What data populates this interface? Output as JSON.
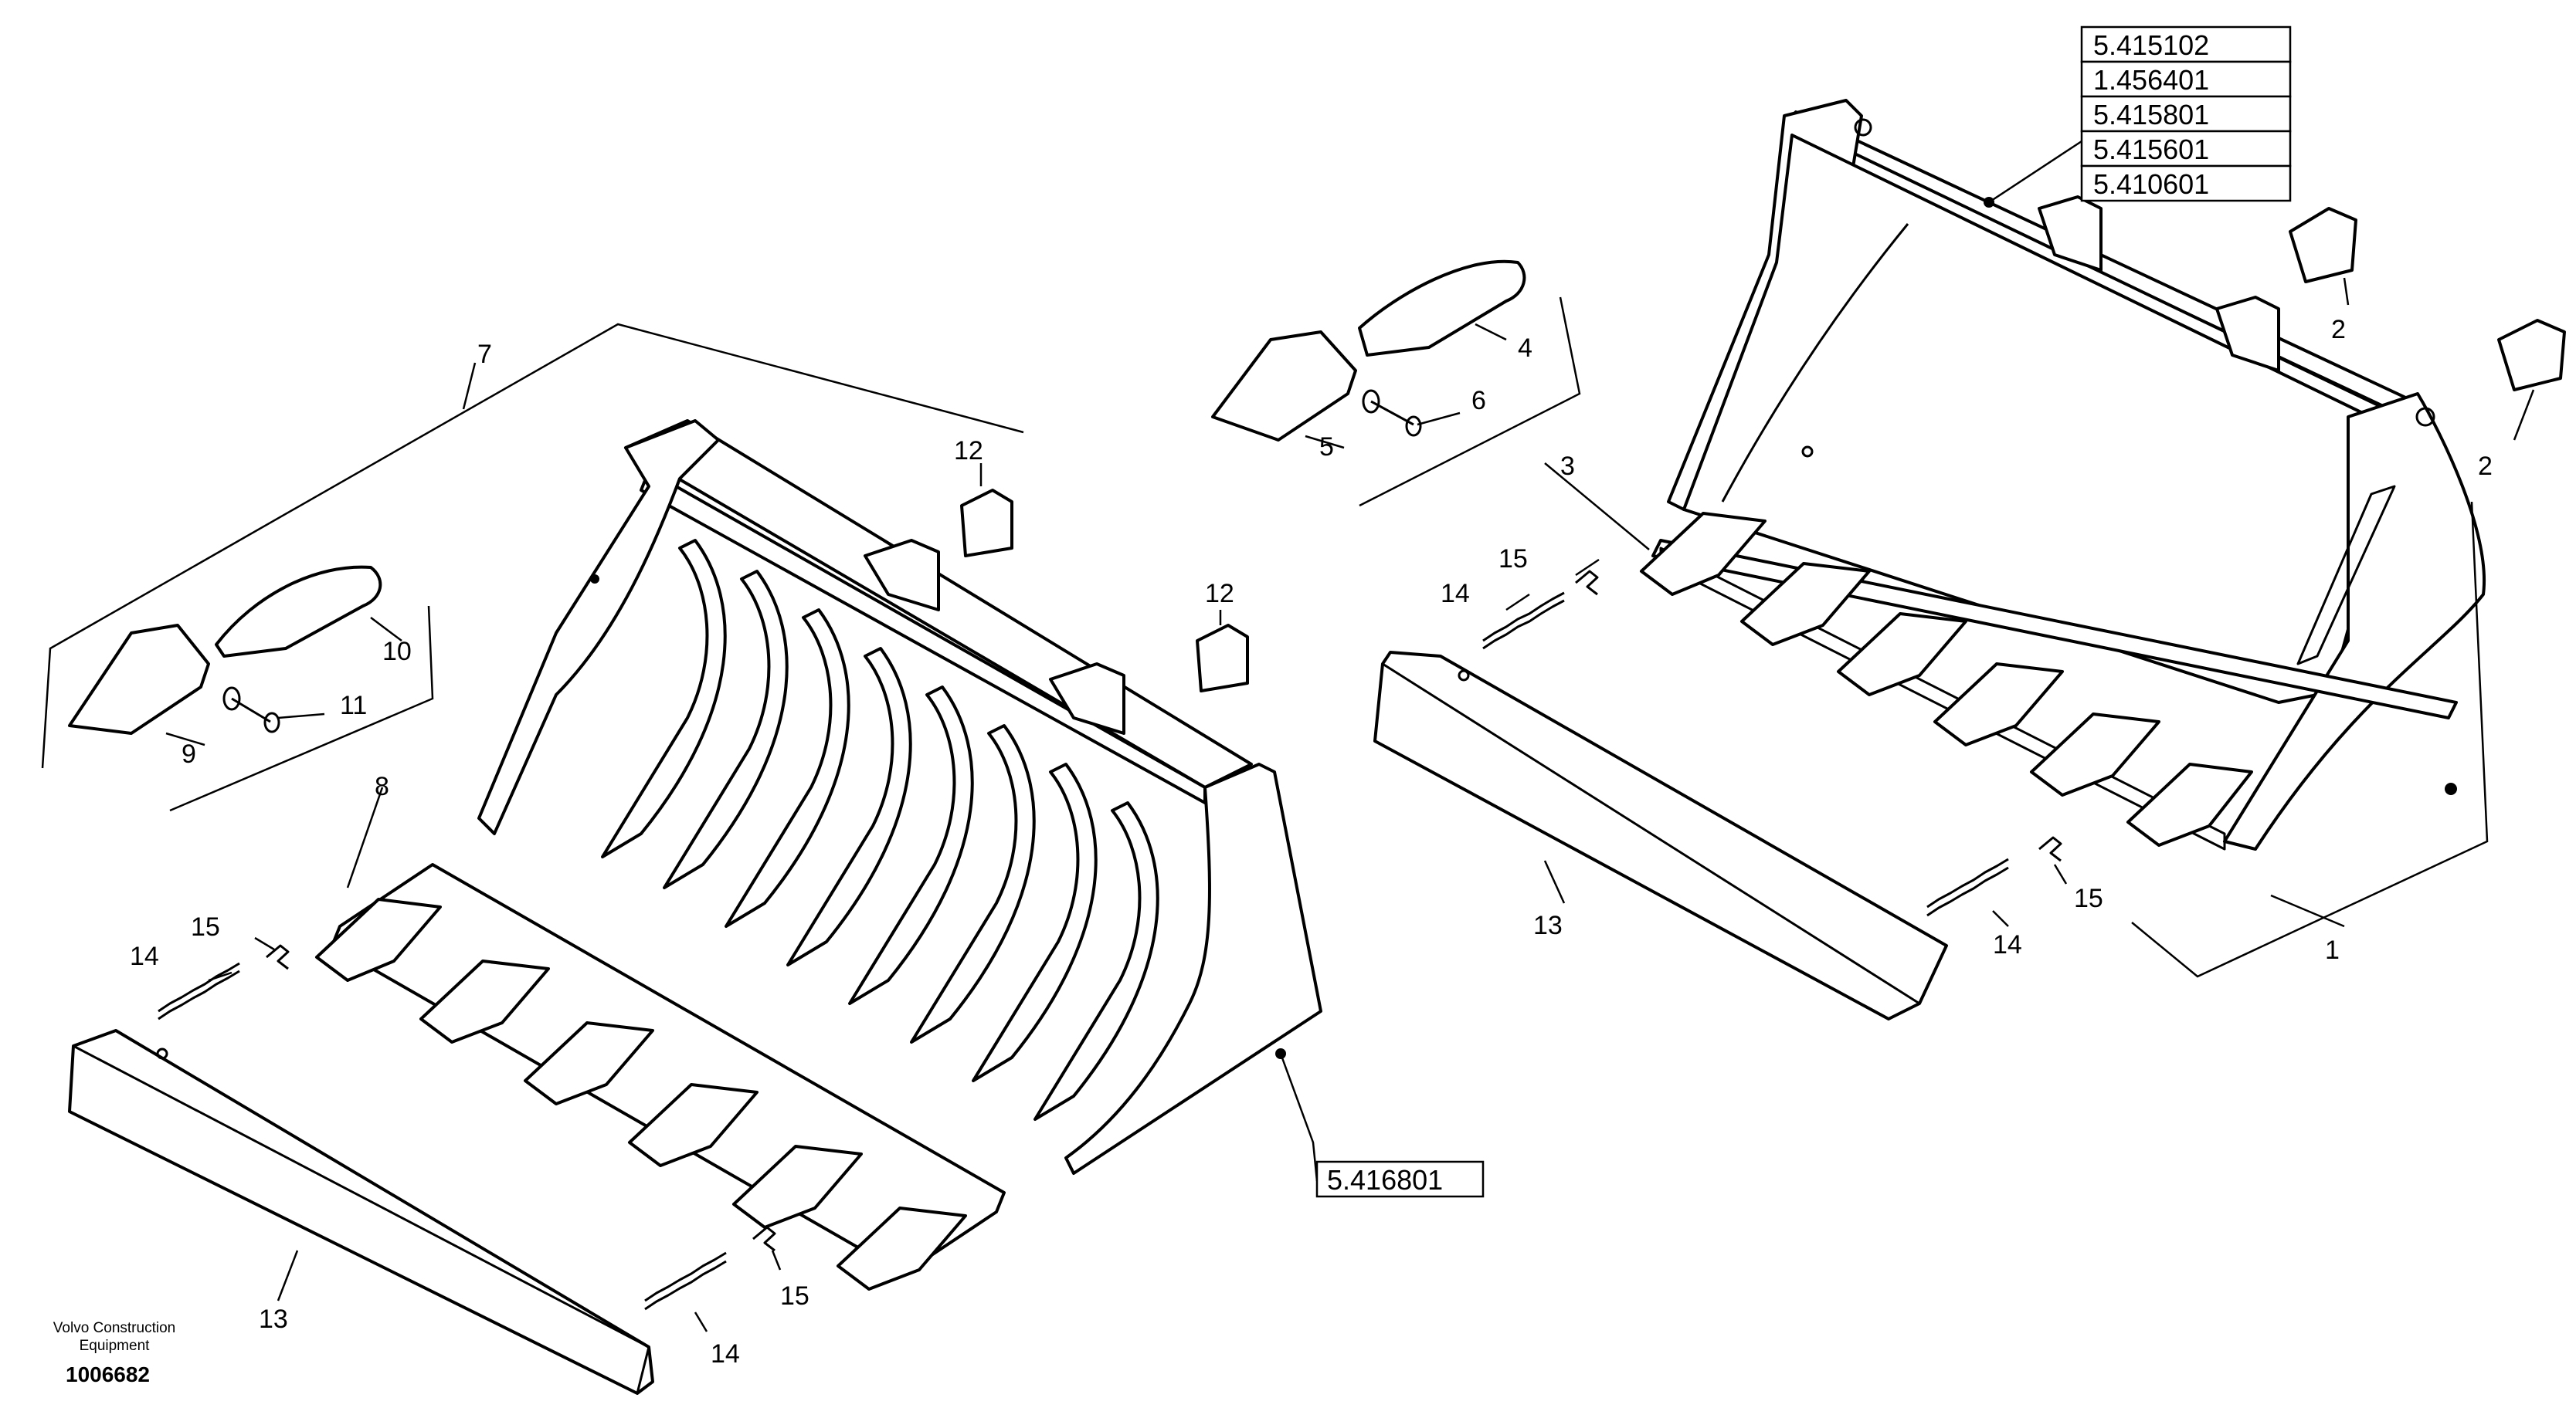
{
  "reference_numbers": {
    "top_right_stack": [
      "5.415102",
      "1.456401",
      "5.415801",
      "5.415601",
      "5.410601"
    ],
    "rake_bucket": "5.416801"
  },
  "callouts": {
    "c1": "1",
    "c2a": "2",
    "c2b": "2",
    "c3": "3",
    "c4": "4",
    "c5": "5",
    "c6": "6",
    "c7": "7",
    "c8": "8",
    "c9": "9",
    "c10": "10",
    "c11": "11",
    "c12a": "12",
    "c12b": "12",
    "c13a": "13",
    "c13b": "13",
    "c14a": "14",
    "c14b": "14",
    "c14c": "14",
    "c15a": "15",
    "c15b": "15",
    "c15c": "15"
  },
  "brand": {
    "line1": "Volvo Construction",
    "line2": "Equipment",
    "doc_number": "1006682"
  }
}
